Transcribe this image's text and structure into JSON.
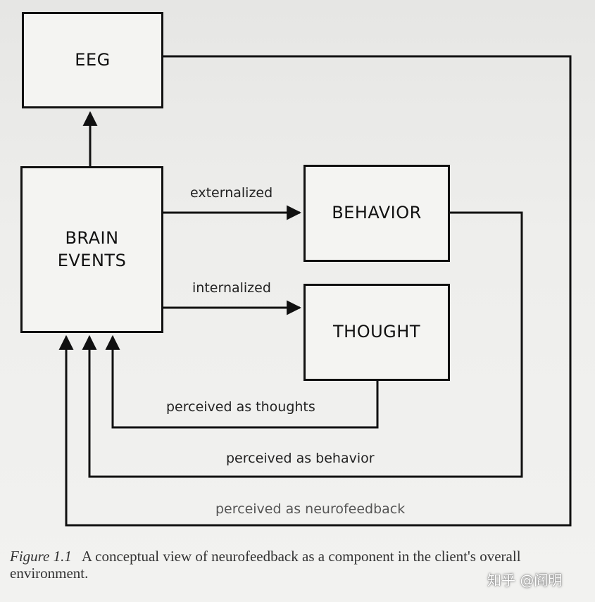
{
  "nodes": {
    "eeg": "EEG",
    "brain_events": "BRAIN\nEVENTS",
    "behavior": "BEHAVIOR",
    "thought": "THOUGHT"
  },
  "edges": {
    "externalized": "externalized",
    "internalized": "internalized",
    "perceived_thoughts": "perceived as thoughts",
    "perceived_behavior": "perceived as behavior",
    "perceived_neurofeedback": "perceived as neurofeedback"
  },
  "caption": {
    "figure_label": "Figure 1.1",
    "text": "A conceptual view of neurofeedback as a component in the client's overall environment."
  },
  "watermark": "知乎 @阎明"
}
